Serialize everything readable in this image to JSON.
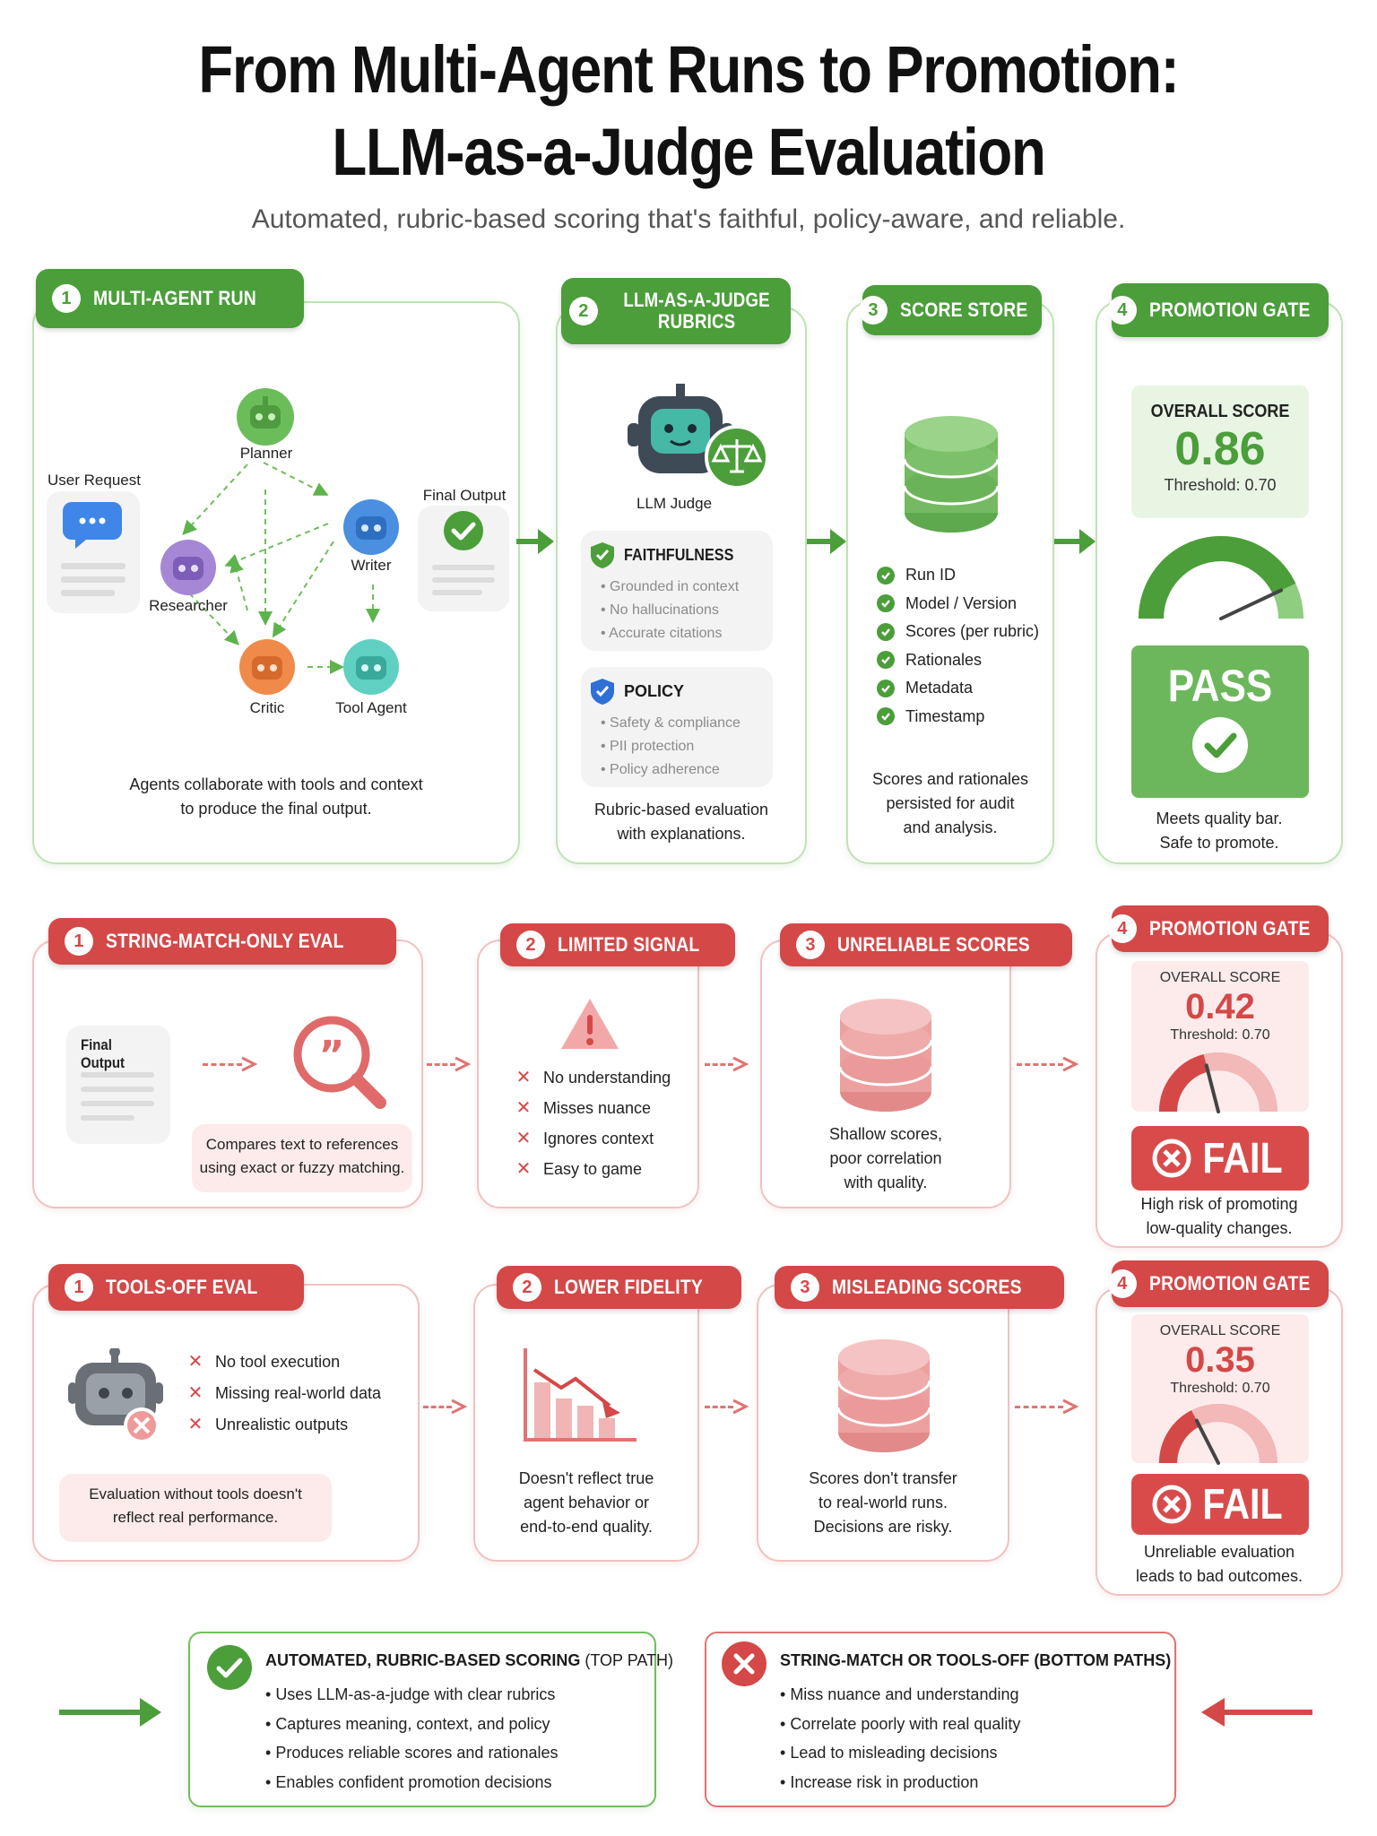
{
  "title_line1": "From Multi-Agent Runs to Promotion:",
  "title_line2": "LLM-as-a-Judge Evaluation",
  "subtitle": "Automated, rubric-based scoring that's faithful, policy-aware, and reliable.",
  "top": {
    "multi_agent": {
      "num": "1",
      "header": "MULTI-AGENT RUN",
      "user_request": "User Request",
      "planner": "Planner",
      "researcher": "Researcher",
      "writer": "Writer",
      "critic": "Critic",
      "tool_agent": "Tool Agent",
      "final_output": "Final Output",
      "caption_line1": "Agents collaborate with tools and context",
      "caption_line2": "to produce the final output."
    },
    "judge": {
      "num": "2",
      "header_line1": "LLM-AS-A-JUDGE",
      "header_line2": "RUBRICS",
      "judge_label": "LLM Judge",
      "faithfulness": {
        "title": "FAITHFULNESS",
        "items": [
          "Grounded in context",
          "No hallucinations",
          "Accurate citations"
        ]
      },
      "policy": {
        "title": "POLICY",
        "items": [
          "Safety & compliance",
          "PII protection",
          "Policy adherence"
        ]
      },
      "caption_line1": "Rubric-based evaluation",
      "caption_line2": "with explanations."
    },
    "score_store": {
      "num": "3",
      "header": "SCORE STORE",
      "items": [
        "Run ID",
        "Model / Version",
        "Scores (per rubric)",
        "Rationales",
        "Metadata",
        "Timestamp"
      ],
      "caption_line1": "Scores and rationales",
      "caption_line2": "persisted for audit",
      "caption_line3": "and analysis."
    },
    "gate": {
      "num": "4",
      "header": "PROMOTION GATE",
      "overall_label": "OVERALL SCORE",
      "score": "0.86",
      "threshold": "Threshold: 0.70",
      "gauge_fraction": 0.86,
      "verdict": "PASS",
      "caption_line1": "Meets quality bar.",
      "caption_line2": "Safe to promote."
    }
  },
  "mid": {
    "eval": {
      "num": "1",
      "header": "STRING-MATCH-ONLY EVAL",
      "final_output": "Final Output",
      "caption_line1": "Compares text to references",
      "caption_line2": "using exact or fuzzy matching."
    },
    "signal": {
      "num": "2",
      "header": "LIMITED SIGNAL",
      "items": [
        "No understanding",
        "Misses nuance",
        "Ignores context",
        "Easy to game"
      ]
    },
    "scores": {
      "num": "3",
      "header": "UNRELIABLE SCORES",
      "caption_line1": "Shallow scores,",
      "caption_line2": "poor correlation",
      "caption_line3": "with quality."
    },
    "gate": {
      "num": "4",
      "header": "PROMOTION GATE",
      "overall_label": "OVERALL SCORE",
      "score": "0.42",
      "threshold": "Threshold: 0.70",
      "gauge_fraction": 0.42,
      "verdict": "FAIL",
      "caption_line1": "High risk of promoting",
      "caption_line2": "low-quality changes."
    }
  },
  "bot": {
    "eval": {
      "num": "1",
      "header": "TOOLS-OFF EVAL",
      "items": [
        "No tool execution",
        "Missing real-world data",
        "Unrealistic outputs"
      ],
      "caption_line1": "Evaluation without tools doesn't",
      "caption_line2": "reflect real performance."
    },
    "fidelity": {
      "num": "2",
      "header": "LOWER FIDELITY",
      "caption_line1": "Doesn't reflect true",
      "caption_line2": "agent behavior or",
      "caption_line3": "end-to-end quality."
    },
    "scores": {
      "num": "3",
      "header": "MISLEADING SCORES",
      "caption_line1": "Scores don't transfer",
      "caption_line2": "to real-world runs.",
      "caption_line3": "Decisions are risky."
    },
    "gate": {
      "num": "4",
      "header": "PROMOTION GATE",
      "overall_label": "OVERALL SCORE",
      "score": "0.35",
      "threshold": "Threshold: 0.70",
      "gauge_fraction": 0.35,
      "verdict": "FAIL",
      "caption_line1": "Unreliable evaluation",
      "caption_line2": "leads to bad outcomes."
    }
  },
  "summary": {
    "good": {
      "title_bold": "AUTOMATED, RUBRIC-BASED SCORING",
      "title_rest": " (TOP PATH)",
      "items": [
        "Uses LLM-as-a-judge with clear rubrics",
        "Captures meaning, context, and policy",
        "Produces reliable scores and rationales",
        "Enables confident promotion decisions"
      ]
    },
    "bad": {
      "title_bold": "STRING-MATCH OR TOOLS-OFF",
      "title_rest": " (BOTTOM PATHS)",
      "items": [
        "Miss nuance and understanding",
        "Correlate poorly with real quality",
        "Lead to misleading decisions",
        "Increase risk in production"
      ]
    }
  },
  "colors": {
    "green": "#4b9e3a",
    "red": "#d44848",
    "light_green": "#e8f5e3",
    "light_red": "#fdebeb"
  }
}
